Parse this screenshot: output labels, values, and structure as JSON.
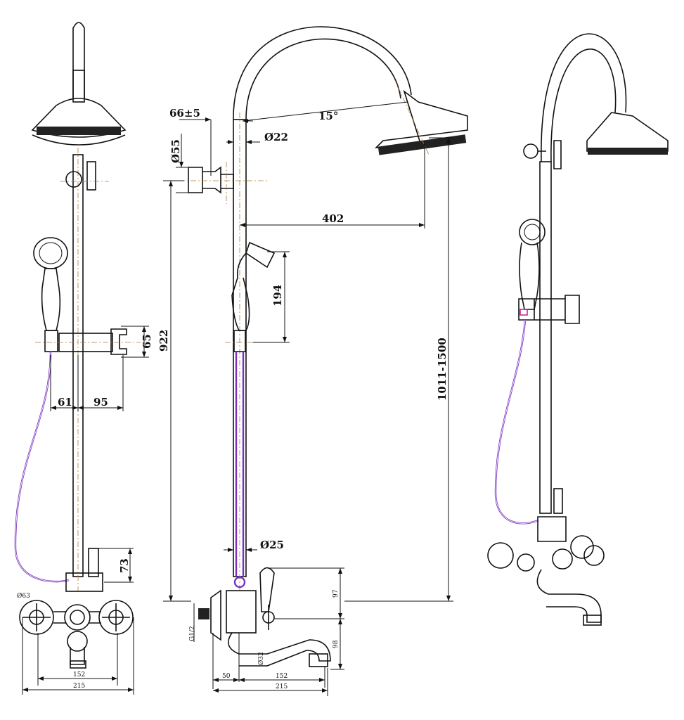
{
  "drawing": {
    "front_view": {
      "d_65": "65",
      "d_61": "61",
      "d_95": "95",
      "d_73": "73",
      "d_phi63": "Ø63",
      "d_152": "152",
      "d_215": "215"
    },
    "side_view": {
      "d_66": "66±5",
      "d_angle": "15°",
      "d_phi55": "Ø55",
      "d_phi22": "Ø22",
      "d_402": "402",
      "d_194": "194",
      "d_922": "922",
      "d_1011": "1011-1500",
      "d_phi25": "Ø25",
      "d_97": "97",
      "d_98": "98",
      "d_g12": "G1/2",
      "d_phi32": "Ø32",
      "d_50": "50",
      "d_152": "152",
      "d_215": "215"
    }
  },
  "colors": {
    "line": "#111111",
    "center": "#b07a3c",
    "hose": "#7a2fc2"
  }
}
